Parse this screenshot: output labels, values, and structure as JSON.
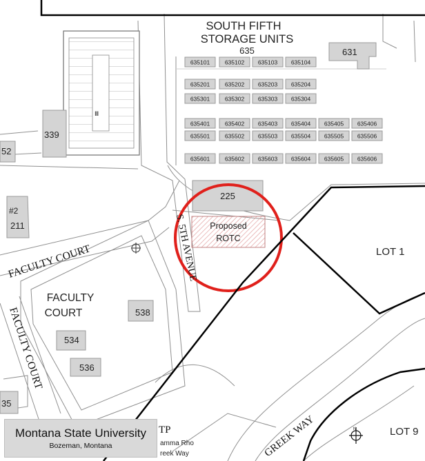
{
  "storage": {
    "title_line1": "SOUTH FIFTH",
    "title_line2": "STORAGE UNITS",
    "number": "635",
    "units": [
      [
        "635101",
        "635102",
        "635103",
        "635104"
      ],
      [
        "635201",
        "635202",
        "635203",
        "635204"
      ],
      [
        "635301",
        "635302",
        "635303",
        "635304"
      ],
      [
        "635401",
        "635402",
        "635403",
        "635404",
        "635405",
        "635406"
      ],
      [
        "635501",
        "635502",
        "635503",
        "635504",
        "635505",
        "635506"
      ],
      [
        "635601",
        "635602",
        "635603",
        "635604",
        "635605",
        "635606"
      ]
    ]
  },
  "buildings": {
    "b631": "631",
    "b339": "339",
    "b52": "52",
    "b225": "225",
    "b211_hash": "#2",
    "b211": "211",
    "b538": "538",
    "b534": "534",
    "b536": "536",
    "b35": "35",
    "proposed_line1": "Proposed",
    "proposed_line2": "ROTC",
    "parking_sign": "Ⅲ"
  },
  "areas": {
    "faculty_court_line1": "FACULTY",
    "faculty_court_line2": "COURT",
    "lot1": "LOT 1",
    "lot9": "LOT 9",
    "tp": "TP",
    "gamma_line1": "amma Rho",
    "gamma_line2": "reek Way"
  },
  "roads": {
    "faculty_court_upper": "FACULTY COURT",
    "faculty_court_left": "FACULTY COURT",
    "s_fifth_avenue": "S. 5TH AVENUE",
    "greek_way": "GREEK WAY"
  },
  "legend": {
    "title": "Montana State University",
    "subtitle": "Bozeman, Montana"
  },
  "colors": {
    "building_fill": "#d4d4d4",
    "highlight_circle": "#e0201b",
    "proposed_fill": "#f3d6d6",
    "boundary": "#000000"
  }
}
